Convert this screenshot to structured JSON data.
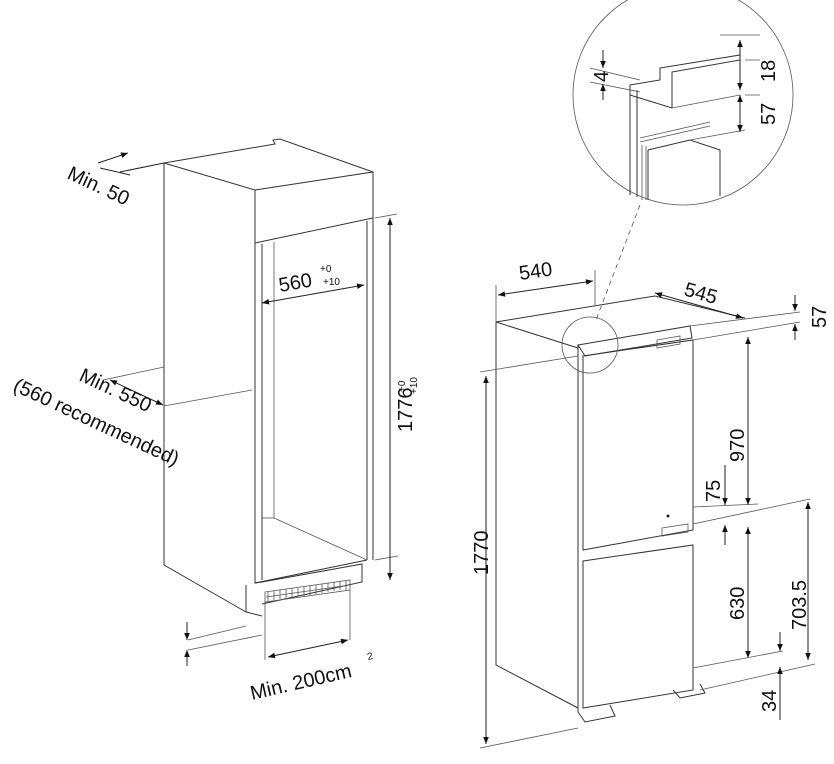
{
  "niche": {
    "top_clearance": "Min. 50",
    "depth_min": "Min. 550",
    "depth_recommended": "(560 recommended)",
    "width": "560",
    "width_tol_upper": "+0",
    "width_tol_lower": "+10",
    "height": "1776",
    "height_tol_upper": "+0",
    "height_tol_lower": "+10",
    "ventilation": "Min. 200cm",
    "ventilation_sup": "2"
  },
  "appliance": {
    "width": "540",
    "depth": "545",
    "top_offset": "57",
    "total_height": "1770",
    "upper_door_height": "970",
    "door_gap": "75",
    "lower_door_height": "630",
    "lower_hinge_height": "703.5",
    "bottom_offset": "34"
  },
  "detail": {
    "gap": "4",
    "panel_thickness": "18",
    "offset": "57"
  }
}
